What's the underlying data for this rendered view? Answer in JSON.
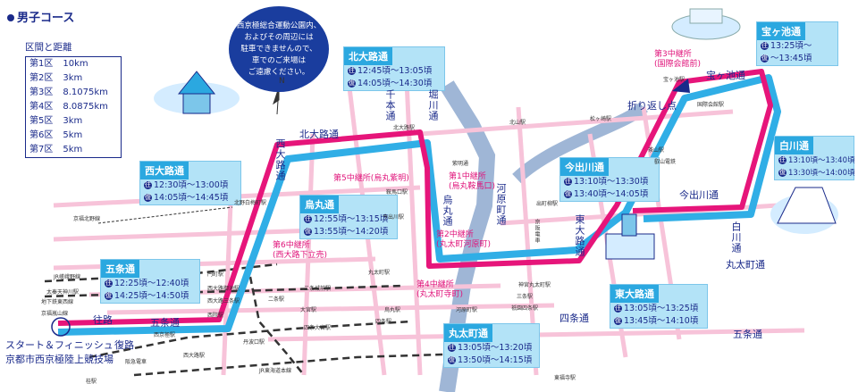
{
  "title": "男子コース",
  "legend": {
    "heading": "区間と距離",
    "sections": [
      {
        "name": "第1区",
        "distance": "10km"
      },
      {
        "name": "第2区",
        "distance": "3km"
      },
      {
        "name": "第3区",
        "distance": "8.1075km"
      },
      {
        "name": "第4区",
        "distance": "8.0875km"
      },
      {
        "name": "第5区",
        "distance": "3km"
      },
      {
        "name": "第6区",
        "distance": "5km"
      },
      {
        "name": "第7区",
        "distance": "5km"
      }
    ]
  },
  "notice": [
    "西京極総合運動公園内、",
    "およびその周辺には",
    "駐車できませんので、",
    "車でのご来場は",
    "ご遠慮ください。"
  ],
  "compass": "N",
  "start_finish": {
    "line1": "スタート＆フィニッシュ",
    "line2": "京都市西京極陸上競技場"
  },
  "direction": {
    "outbound": "往路",
    "return": "復路"
  },
  "turnaround": "折り返し点",
  "colors": {
    "outbound": "#e6157a",
    "return": "#30aee6",
    "accent": "#1a2a8a"
  },
  "relay_points": [
    {
      "label": "第1中継所",
      "sub": "(烏丸鞍馬口)"
    },
    {
      "label": "第2中継所",
      "sub": "(丸太町河原町)"
    },
    {
      "label": "第3中継所",
      "sub": "(国際会館前)"
    },
    {
      "label": "第4中継所",
      "sub": "(丸太町寺町)"
    },
    {
      "label": "第5中継所",
      "sub": "(烏丸紫明)"
    },
    {
      "label": "第6中継所",
      "sub": "(西大路下立売)"
    }
  ],
  "time_boxes": [
    {
      "name": "西大路通",
      "out": "12:30頃〜13:00頃",
      "ret": "14:05頃〜14:45頃"
    },
    {
      "name": "北大路通",
      "out": "12:45頃〜13:05頃",
      "ret": "14:05頃〜14:30頃"
    },
    {
      "name": "烏丸通",
      "out": "12:55頃〜13:15頃",
      "ret": "13:55頃〜14:20頃"
    },
    {
      "name": "今出川通",
      "out": "13:10頃〜13:30頃",
      "ret": "13:40頃〜14:05頃"
    },
    {
      "name": "宝ヶ池通",
      "out": "13:25頃〜",
      "ret": "〜13:45頃"
    },
    {
      "name": "白川通",
      "out": "13:10頃〜13:40頃",
      "ret": "13:30頃〜14:00頃"
    },
    {
      "name": "五条通",
      "out": "12:25頃〜12:40頃",
      "ret": "14:25頃〜14:50頃"
    },
    {
      "name": "東大路通",
      "out": "13:05頃〜13:25頃",
      "ret": "13:45頃〜14:10頃"
    },
    {
      "name": "丸太町通",
      "out": "13:05頃〜13:20頃",
      "ret": "13:50頃〜14:15頃"
    }
  ],
  "badges": {
    "out": "往",
    "ret": "復"
  },
  "street_labels": [
    "北大路通",
    "西大路通",
    "千本通",
    "堀川通",
    "河原町通",
    "烏丸通",
    "今出川通",
    "東大路通",
    "白川通",
    "丸太町通",
    "四条通",
    "五条通",
    "宝ヶ池通"
  ],
  "stations": [
    "北大路駅",
    "北山駅",
    "松ヶ崎駅",
    "国際会館駅",
    "茶山駅",
    "叡山電鉄",
    "出町柳駅",
    "鞍馬口駅",
    "今出川駅",
    "丸太町駅",
    "神宮丸太町駅",
    "三条駅",
    "祇園四条駅",
    "河原町駅",
    "烏丸駅",
    "四条駅",
    "大宮駅",
    "西院駅",
    "四条大宮駅",
    "二条駅",
    "二条城前駅",
    "円町駅",
    "太秦天神川駅",
    "西大路御池駅",
    "西大路三条駅",
    "丹波口駅",
    "西京極駅",
    "桂駅",
    "西大路駅",
    "北野白梅町駅",
    "地下鉄東西線",
    "JR嵯峨野線",
    "京福嵐山線",
    "京福北野線",
    "阪急電車",
    "JR東海道本線",
    "宝ヶ池駅",
    "京阪電車",
    "東福寺駅",
    "紫明通"
  ]
}
